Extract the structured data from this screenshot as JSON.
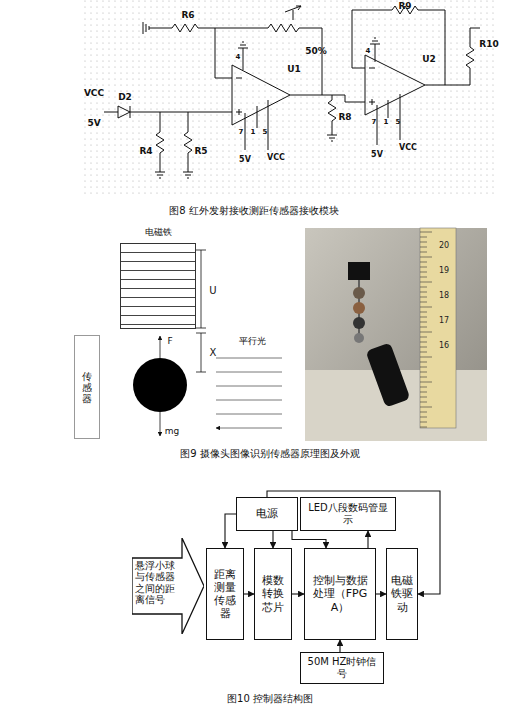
{
  "diagram": {
    "nodes": [
      {
        "text": [
          "电磁铁"
        ]
      },
      {
        "text": [
          "传感器"
        ]
      },
      {
        "text": [
          "电源"
        ]
      },
      {
        "text": [
          "LED八段数码管显示"
        ]
      },
      {
        "text": [
          "悬浮小球与传感器之间的距离信号"
        ]
      },
      {
        "text": [
          "距离测量传感器"
        ]
      },
      {
        "text": [
          "模数转换芯片"
        ]
      },
      {
        "text": [
          "控制与数据处理（FPGA）"
        ]
      },
      {
        "text": [
          "电磁铁驱动"
        ]
      },
      {
        "text": [
          "50M HZ时钟信号"
        ]
      }
    ],
    "edges": [
      {
        "from": 2,
        "to": 5,
        "arrow": "to"
      },
      {
        "from": 2,
        "to": 6,
        "arrow": "to"
      },
      {
        "from": 2,
        "to": 7,
        "arrow": "to"
      },
      {
        "from": 2,
        "to": 8,
        "arrow": "to"
      },
      {
        "from": 5,
        "to": 6,
        "arrow": "to"
      },
      {
        "from": 6,
        "to": 7,
        "arrow": "to"
      },
      {
        "from": 7,
        "to": 8,
        "arrow": "to"
      },
      {
        "from": 9,
        "to": 7,
        "arrow": "to"
      },
      {
        "from": 7,
        "to": 3,
        "arrow": "to"
      }
    ],
    "labels": [
      "R6",
      "50%",
      "R9",
      "U1",
      "U2",
      "R10",
      "VCC",
      "5V",
      "D2",
      "R4",
      "R5",
      "R8",
      "4",
      "7",
      "1",
      "5",
      "5V",
      "VCC",
      "4",
      "7",
      "1",
      "5",
      "5V",
      "VCC",
      "图8 红外发射接收测距传感器接收模块",
      "U",
      "F",
      "X",
      "平行光",
      "mg",
      "20",
      "19",
      "18",
      "17",
      "16",
      "图9 摄像头图像识别传感器原理图及外观",
      "图10 控制器结构图"
    ]
  }
}
